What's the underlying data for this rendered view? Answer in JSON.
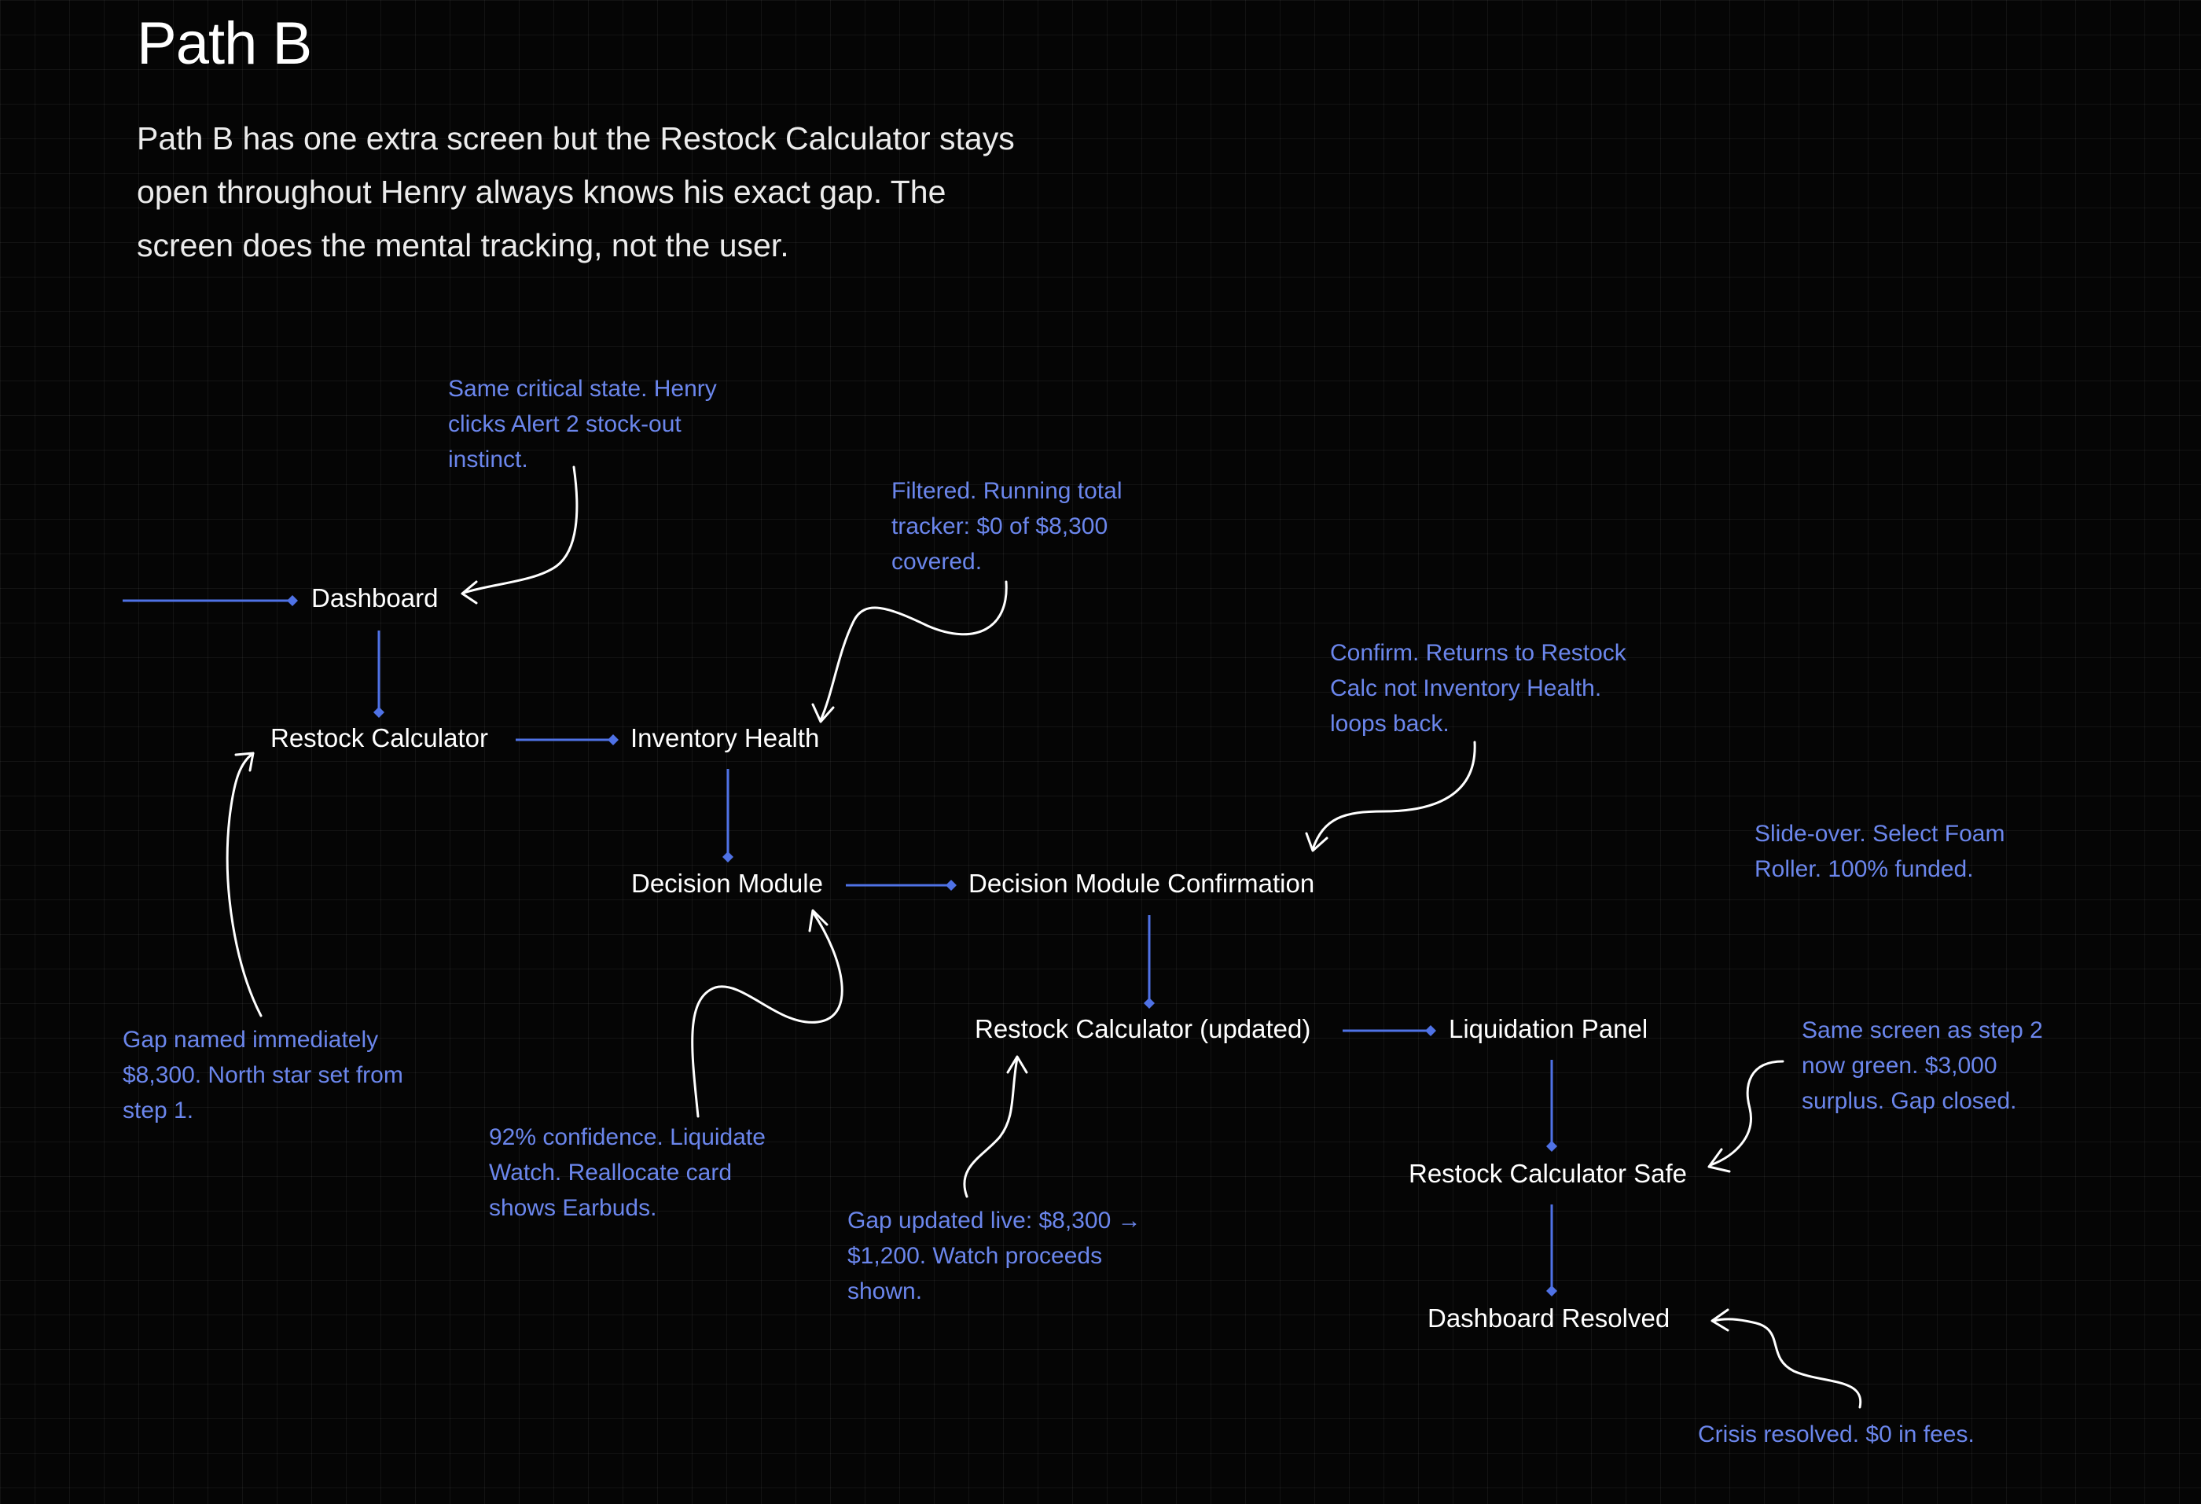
{
  "title": "Path B",
  "description": [
    "Path B has one extra screen but the Restock Calculator stays",
    "open throughout  Henry always knows his exact gap. The",
    "screen does the mental tracking, not the user."
  ],
  "colors": {
    "background": "#050505",
    "node_text": "#ffffff",
    "annotation_text": "#6b86ec",
    "connector": "#4f72e6",
    "curved_arrow": "#ffffff"
  },
  "nodes": {
    "dashboard": "Dashboard",
    "restock_calculator": "Restock Calculator",
    "inventory_health": "Inventory Health",
    "decision_module": "Decision Module",
    "decision_module_confirmation": "Decision Module Confirmation",
    "restock_calculator_updated": "Restock Calculator (updated)",
    "liquidation_panel": "Liquidation Panel",
    "restock_calculator_safe": "Restock Calculator Safe",
    "dashboard_resolved": "Dashboard Resolved"
  },
  "annotations": {
    "dashboard": [
      "Same critical state. Henry",
      "clicks Alert 2 stock-out",
      "instinct."
    ],
    "inventory_health": [
      "Filtered. Running total",
      "tracker: $0 of $8,300",
      "covered."
    ],
    "restock_calculator": [
      "Gap named immediately",
      "$8,300. North star set from",
      "step 1."
    ],
    "decision_module": [
      "92% confidence. Liquidate",
      "Watch. Reallocate card",
      "shows Earbuds."
    ],
    "decision_module_confirmation": [
      "Confirm. Returns to Restock",
      "Calc not Inventory Health.",
      "loops back."
    ],
    "liquidation_panel": [
      "Slide-over. Select Foam",
      "Roller. 100% funded."
    ],
    "restock_calculator_updated": [
      "Gap updated live: $8,300 →",
      "$1,200. Watch proceeds",
      "shown."
    ],
    "restock_calculator_safe": [
      "Same screen as step 2",
      "now green. $3,000",
      "surplus. Gap closed."
    ],
    "dashboard_resolved": [
      "Crisis resolved. $0 in fees."
    ]
  }
}
